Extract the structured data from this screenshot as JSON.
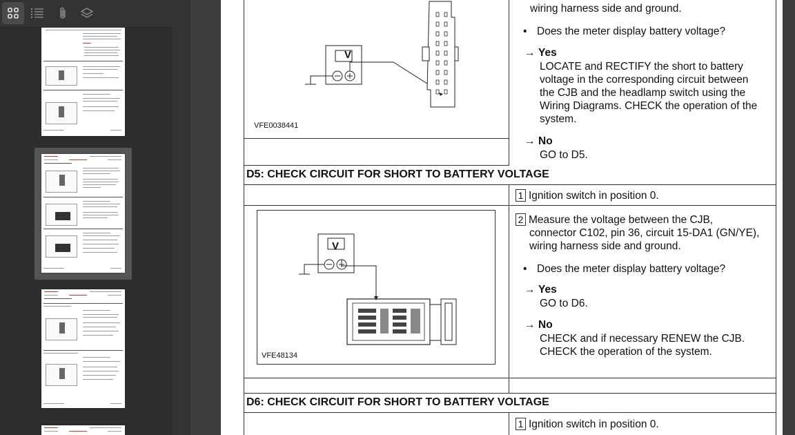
{
  "toolbar": {
    "icons": [
      "grid-icon",
      "list-icon",
      "paperclip-icon",
      "layers-icon"
    ]
  },
  "top_section": {
    "line_partial": "wiring harness side and ground.",
    "question": "Does the meter display battery voltage?",
    "yes_label": "Yes",
    "yes_lines": [
      "LOCATE and RECTIFY the short to battery",
      "voltage in the corresponding circuit between",
      "the CJB and the headlamp switch using the",
      "Wiring Diagrams. CHECK the operation of the",
      "system."
    ],
    "no_label": "No",
    "no_text": "GO to D5.",
    "figure_label": "VFE0038441",
    "meter_letter": "V",
    "bullet": "•",
    "arrow": "→"
  },
  "d5": {
    "header": "D5: CHECK CIRCUIT FOR SHORT TO BATTERY VOLTAGE",
    "step1_num": "1",
    "step1": "Ignition switch in position 0.",
    "step2_num": "2",
    "step2_lines": [
      "Measure the voltage between the CJB,",
      "connector C102, pin 36, circuit 15-DA1 (GN/YE),",
      "wiring harness side and ground."
    ],
    "question": "Does the meter display battery voltage?",
    "yes_label": "Yes",
    "yes_text": "GO to D6.",
    "no_label": "No",
    "no_lines": [
      "CHECK and if necessary RENEW the CJB.",
      "CHECK the operation of the system."
    ],
    "figure_label": "VFE48134",
    "meter_letter": "V"
  },
  "d6": {
    "header": "D6: CHECK CIRCUIT FOR SHORT TO BATTERY VOLTAGE",
    "step1_num": "1",
    "step1": "Ignition switch in position 0."
  }
}
